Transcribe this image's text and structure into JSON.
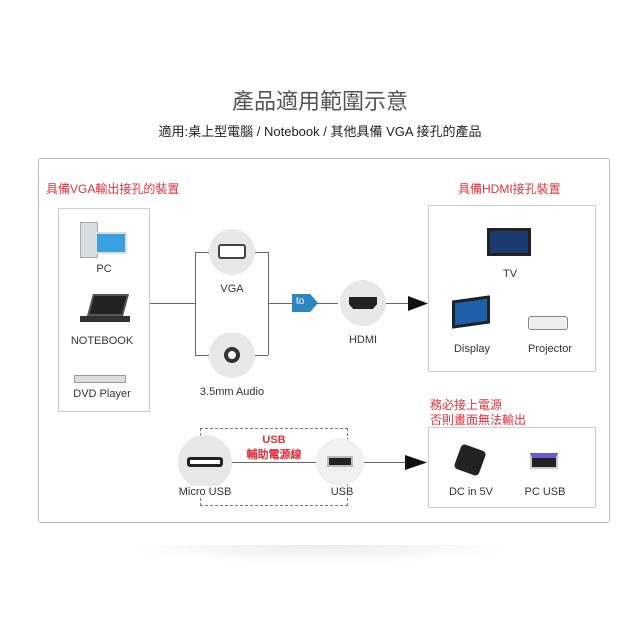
{
  "title": "產品適用範圍示意",
  "subtitle": "適用:桌上型電腦 / Notebook / 其他具備 VGA 接孔的產品",
  "left_panel": {
    "heading": "具備VGA輸出接孔的裝置",
    "items": [
      "PC",
      "NOTEBOOK",
      "DVD Player"
    ]
  },
  "right_panel": {
    "heading": "具備HDMI接孔裝置",
    "items": [
      "TV",
      "Display",
      "Projector"
    ]
  },
  "connectors": {
    "vga": "VGA",
    "audio": "3.5mm Audio",
    "to": "to",
    "hdmi": "HDMI"
  },
  "usb_cable": {
    "label_line1": "USB",
    "label_line2": "輔助電源線",
    "micro": "Micro USB",
    "usb": "USB"
  },
  "power": {
    "warning_line1": "務必接上電源",
    "warning_line2": "否則畫面無法輸出",
    "items": [
      "DC in 5V",
      "PC USB"
    ]
  },
  "colors": {
    "accent_red": "#e0303a",
    "to_blue": "#2e86c1"
  }
}
